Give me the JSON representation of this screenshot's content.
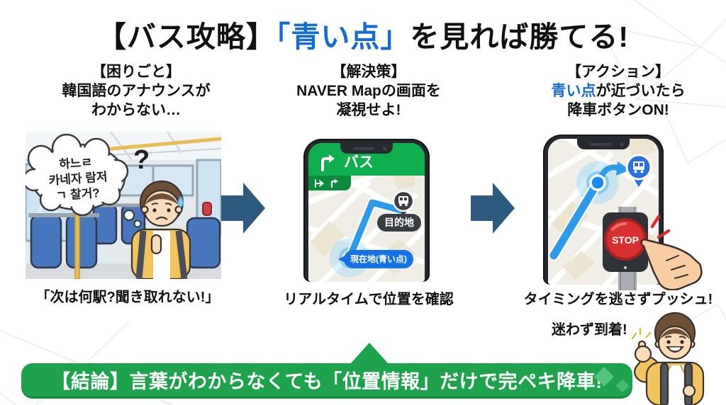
{
  "title": {
    "part1": "【バス攻略】",
    "highlight": "「青い点」",
    "part2": "を見れば勝てる!"
  },
  "columns": [
    {
      "tag": "【困りごと】",
      "line2": "韓国語のアナウンスが",
      "line3": "わからない…",
      "caption": "「次は何駅?聞き取れない!」"
    },
    {
      "tag": "【解決策】",
      "line2": "NAVER Mapの画面を",
      "line3": "凝視せよ!",
      "caption": "リアルタイムで位置を確認"
    },
    {
      "tag": "【アクション】",
      "line2_highlight": "青い点",
      "line2_rest": "が近づいたら",
      "line3": "降車ボタンON!",
      "caption": "タイミングを逃さずプッシュ!"
    }
  ],
  "bus_scene": {
    "thought_line1": "하느ㄹ",
    "thought_line2": "카네자 람저",
    "thought_line3": "ㄱ 찰거?",
    "question_mark": "?"
  },
  "phone_nav": {
    "header_label": "バス",
    "destination_label": "目的地",
    "current_location_label": "現在地(青い点)"
  },
  "stop_button": {
    "label": "STOP"
  },
  "character": {
    "speech": "迷わず到着!"
  },
  "banner": {
    "text": "【結論】言葉がわからなくても「位置情報」だけで完ペキ降車!"
  },
  "colors": {
    "highlight_blue": "#146BD2",
    "arrow_blue": "#2E5A80",
    "banner_green": "#1EA24C",
    "nav_green": "#0FAF4E",
    "route_blue": "#2D9AEA",
    "stop_red": "#D83030"
  }
}
